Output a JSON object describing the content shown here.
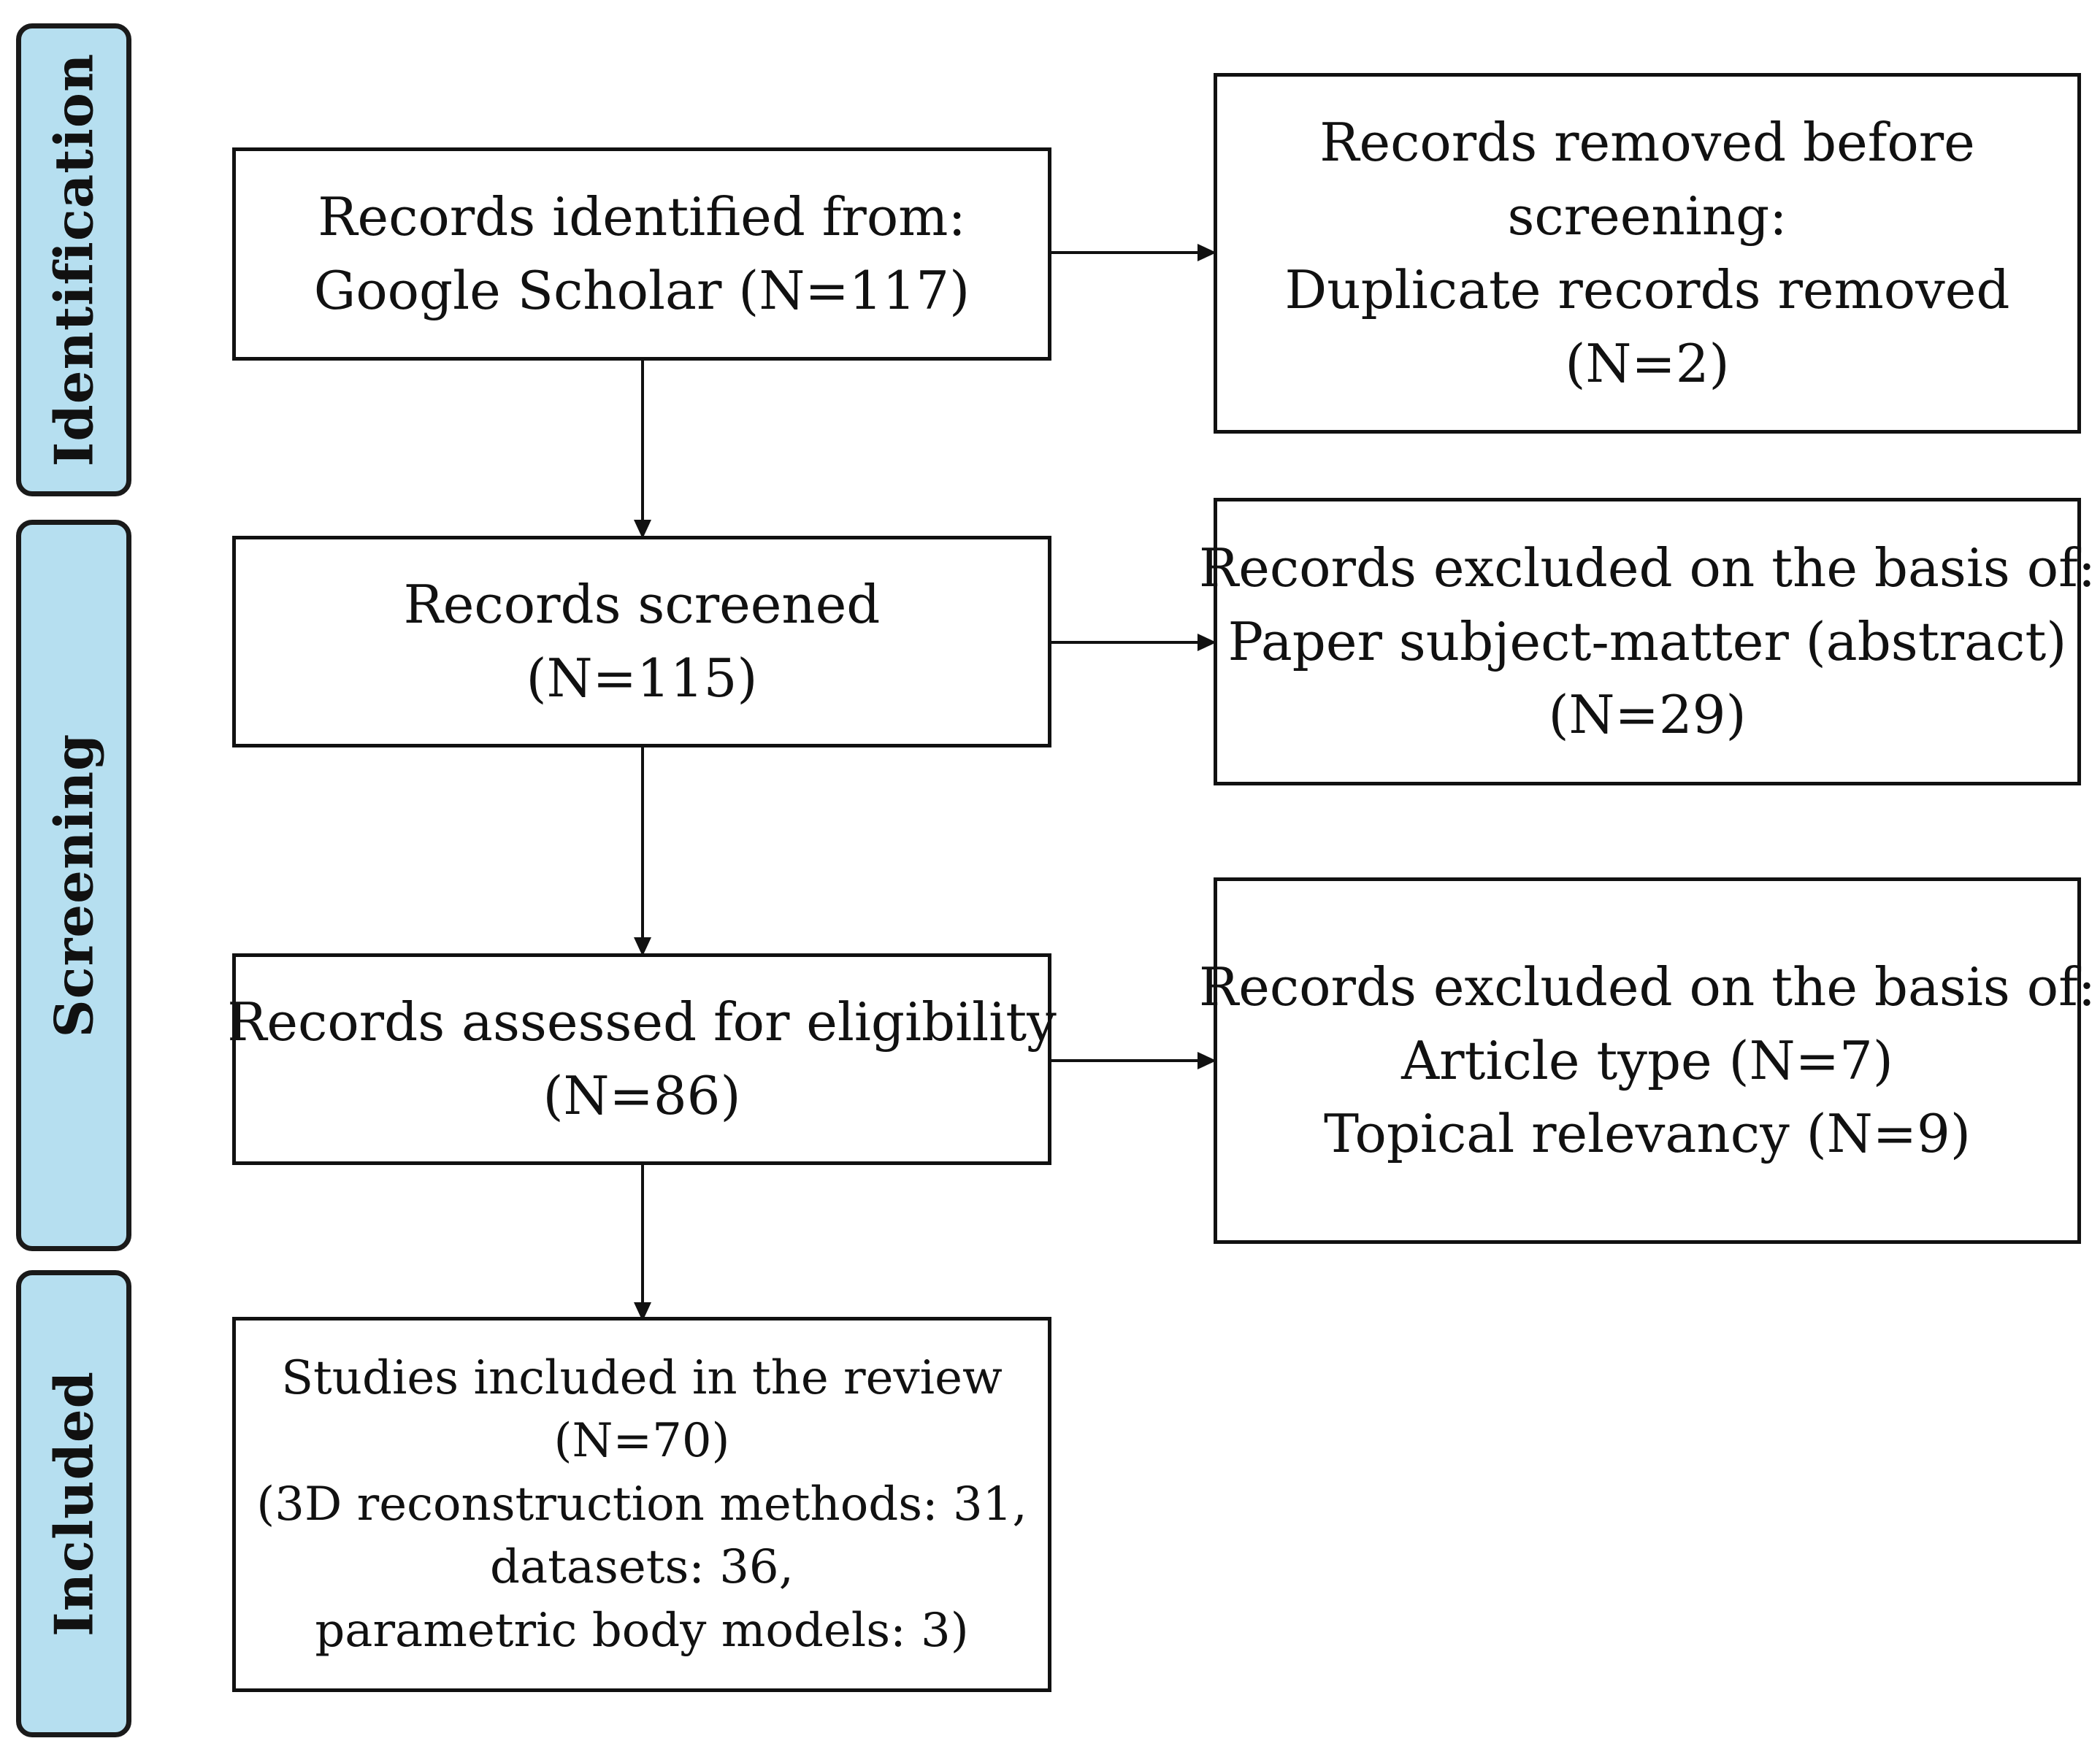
{
  "phases": {
    "identification": "Identification",
    "screening": "Screening",
    "included": "Included"
  },
  "boxes": {
    "identified": {
      "lines": [
        "Records identified from:",
        "Google Scholar (N=117)"
      ]
    },
    "screened": {
      "lines": [
        "Records screened",
        "(N=115)"
      ]
    },
    "eligibility": {
      "lines": [
        "Records assessed for eligibility",
        "(N=86)"
      ]
    },
    "included": {
      "lines": [
        "Studies included in the review",
        "(N=70)",
        "(3D reconstruction methods: 31,",
        "datasets: 36,",
        "parametric body models: 3)"
      ]
    },
    "removed": {
      "lines": [
        "Records removed before",
        "screening:",
        "Duplicate records removed",
        "(N=2)"
      ]
    },
    "excluded_abstract": {
      "lines": [
        "Records excluded on the basis of:",
        "Paper subject-matter (abstract)",
        "(N=29)"
      ]
    },
    "excluded_type": {
      "lines": [
        "Records excluded on the basis of:",
        "Article type (N=7)",
        "Topical relevancy (N=9)"
      ]
    }
  },
  "colors": {
    "phase_fill": "#b6dff0",
    "stroke": "#111111"
  }
}
